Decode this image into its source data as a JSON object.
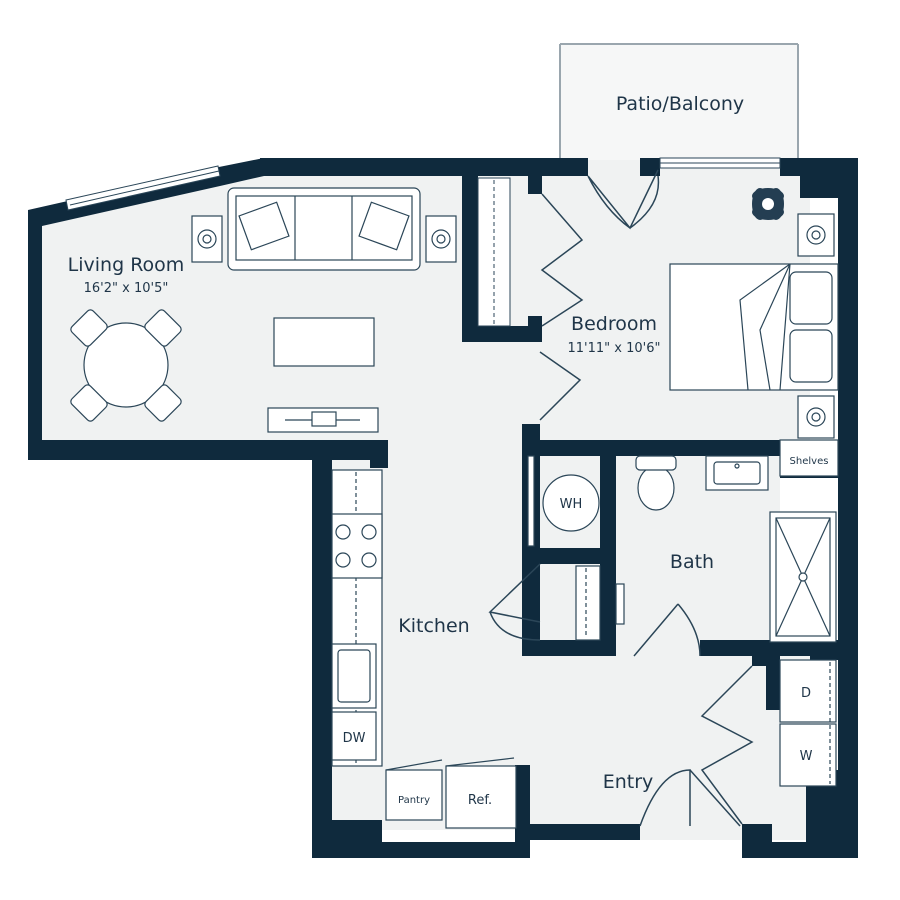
{
  "colors": {
    "wall": "#0f2a3d",
    "floor": "#f0f2f2",
    "outdoor": "#f6f7f7",
    "line": "#2b4658",
    "plant": "#243e52"
  },
  "rooms": {
    "patio": {
      "name": "Patio/Balcony"
    },
    "living": {
      "name": "Living Room",
      "dims": "16'2\" x 10'5\""
    },
    "bedroom": {
      "name": "Bedroom",
      "dims": "11'11\" x 10'6\""
    },
    "bath": {
      "name": "Bath"
    },
    "kitchen": {
      "name": "Kitchen"
    },
    "entry": {
      "name": "Entry"
    }
  },
  "fixtures": {
    "water_heater": "WH",
    "dryer": "D",
    "washer": "W",
    "dishwasher": "DW",
    "pantry": "Pantry",
    "refrigerator": "Ref.",
    "shelves": "Shelves"
  }
}
